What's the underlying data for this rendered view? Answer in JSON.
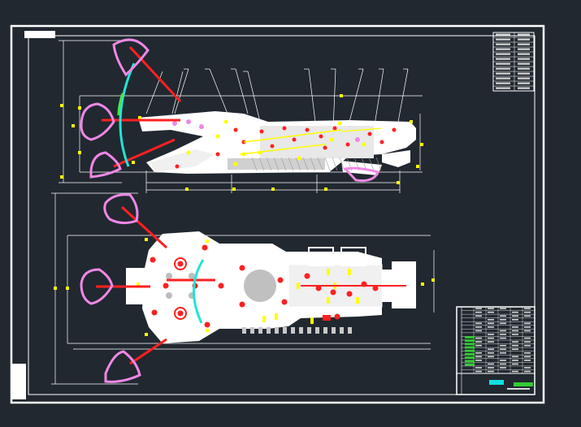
{
  "drawing": {
    "colors": {
      "background": "#212830",
      "linework": "#ffffff",
      "cutter_boom": "#ff2020",
      "cutter_head": "#ee88e6",
      "arc": "#22e5d6",
      "arc_segment": "#48e848",
      "dimension": "#ffff00",
      "hatch": "#d8d8d8",
      "tag": "#33cc33",
      "tag_cyan": "#10e0e0"
    },
    "views": [
      {
        "name": "side-elevation"
      },
      {
        "name": "plan-view"
      }
    ],
    "title_block": {
      "rows": 18,
      "columns": 6
    },
    "revision_table": {
      "rows": 12,
      "columns": 2
    }
  }
}
